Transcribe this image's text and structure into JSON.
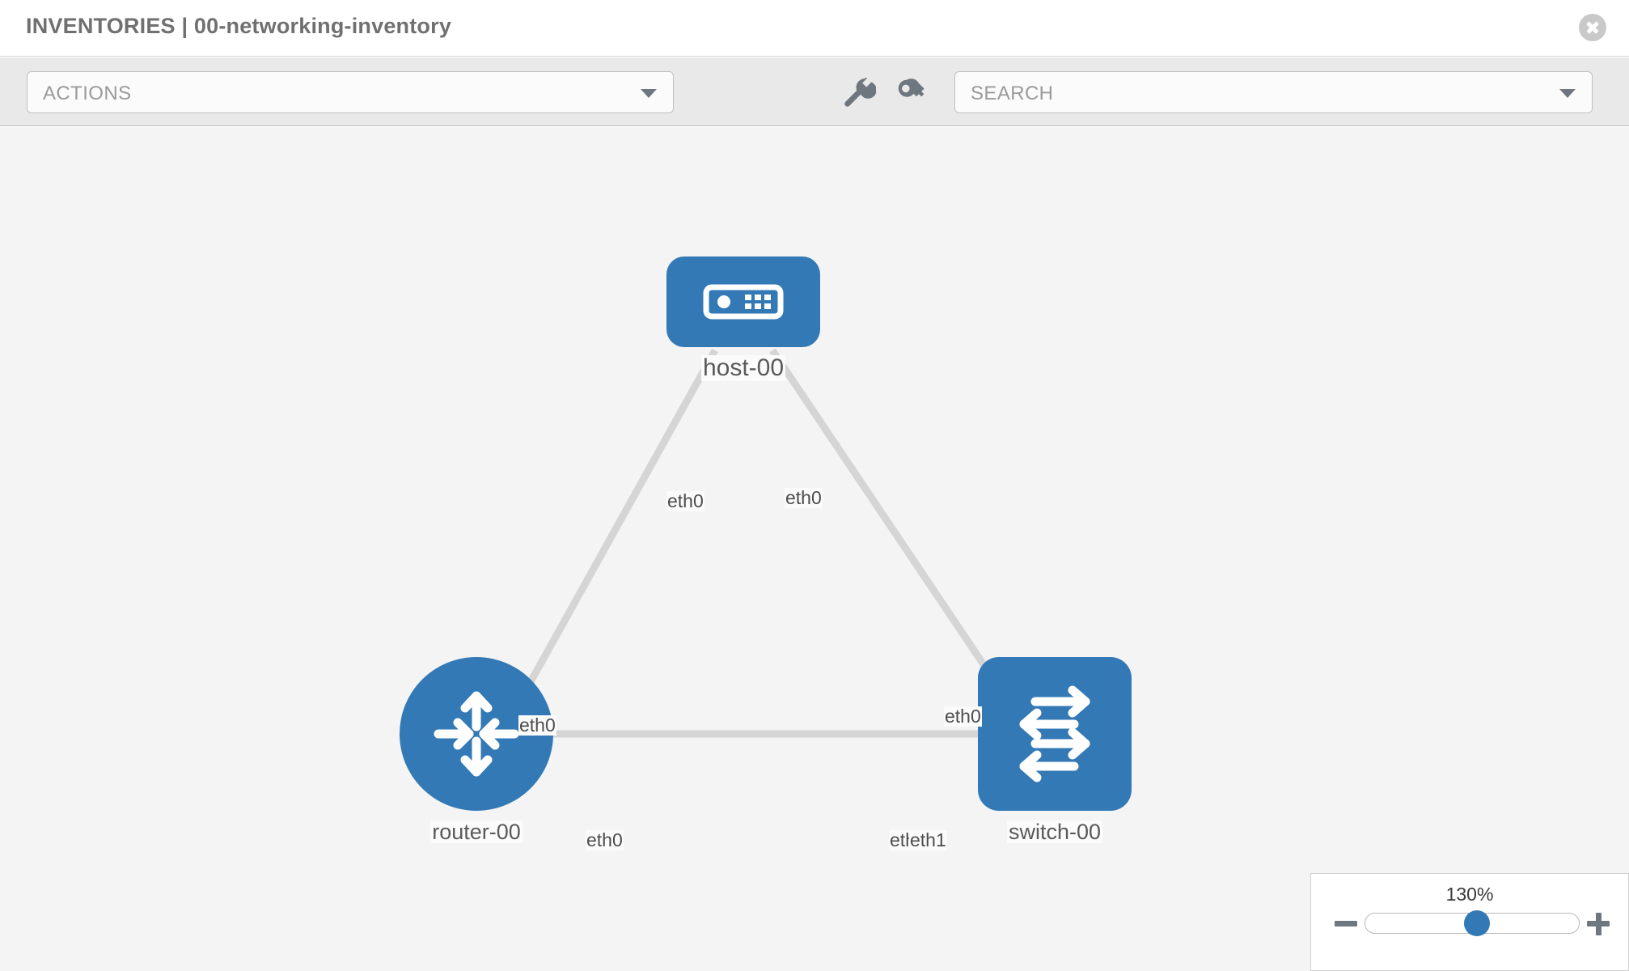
{
  "header": {
    "title": "INVENTORIES | 00-networking-inventory",
    "close_icon": "close-circle-icon"
  },
  "toolbar": {
    "actions_label": "ACTIONS",
    "actions_caret_icon": "chevron-down-icon",
    "wrench_icon": "wrench-icon",
    "key_icon": "key-icon",
    "search_placeholder": "SEARCH",
    "search_caret_icon": "chevron-down-icon"
  },
  "topology": {
    "accent_color": "#3379b5",
    "edge_color": "#d5d5d5",
    "nub_color": "#b9b9b9",
    "background": "#f4f4f4",
    "nodes": [
      {
        "id": "host",
        "label": "host-00",
        "icon": "server-appliance-icon",
        "shape": "rounded-rect"
      },
      {
        "id": "router",
        "label": "router-00",
        "icon": "router-arrows-icon",
        "shape": "circle"
      },
      {
        "id": "switch",
        "label": "switch-00",
        "icon": "switch-arrows-icon",
        "shape": "rounded-square"
      }
    ],
    "edge_labels": {
      "host_left": "eth0",
      "host_right": "eth0",
      "router_up": "eth0",
      "switch_up": "eth0",
      "router_right": "eth0",
      "switch_left_a": "eth0",
      "switch_left_b": "eth1"
    }
  },
  "zoom": {
    "level": "130%",
    "minus_icon": "minus-icon",
    "plus_icon": "plus-icon",
    "thumb_position_percent": 52
  }
}
